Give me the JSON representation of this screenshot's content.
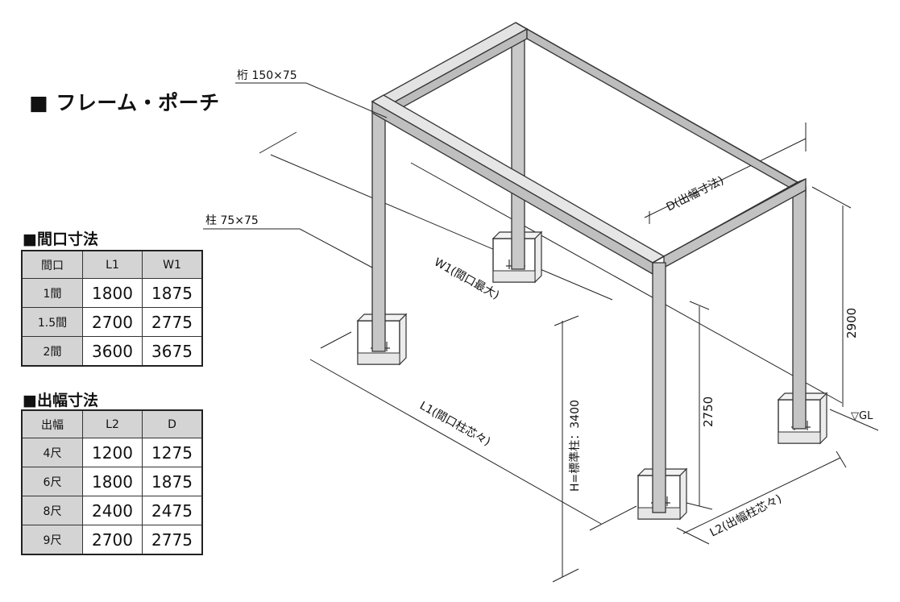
{
  "title": "■ フレーム・ポーチ",
  "frontage": {
    "title": "■間口寸法",
    "headers": [
      "間口",
      "L1",
      "W1"
    ],
    "rows": [
      {
        "label": "1間",
        "L1": "1800",
        "W1": "1875"
      },
      {
        "label": "1.5間",
        "L1": "2700",
        "W1": "2775"
      },
      {
        "label": "2間",
        "L1": "3600",
        "W1": "3675"
      }
    ]
  },
  "projection": {
    "title": "■出幅寸法",
    "headers": [
      "出幅",
      "L2",
      "D"
    ],
    "rows": [
      {
        "label": "4尺",
        "L2": "1200",
        "D": "1275"
      },
      {
        "label": "6尺",
        "L2": "1800",
        "D": "1875"
      },
      {
        "label": "8尺",
        "L2": "2400",
        "D": "2475"
      },
      {
        "label": "9尺",
        "L2": "2700",
        "D": "2775"
      }
    ]
  },
  "diagram_labels": {
    "beam": "桁 150×75",
    "post": "柱 75×75",
    "depth": "D(出幅寸法)",
    "width": "W1(間口最大)",
    "length1": "L1(間口柱芯々)",
    "length2": "L2(出幅柱芯々)",
    "height_total": "H=標準柱：3400",
    "height_2900": "2900",
    "height_2750": "2750",
    "ground": "▽GL"
  }
}
